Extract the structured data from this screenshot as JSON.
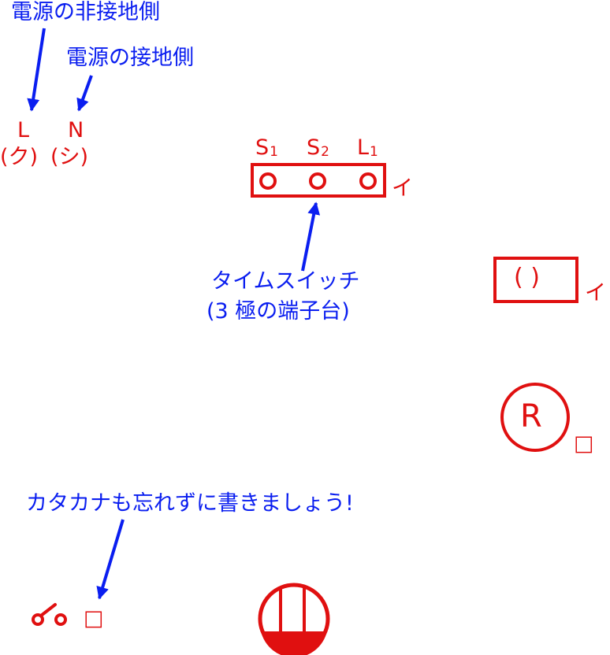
{
  "labels": {
    "live_side": "電源の非接地側",
    "neutral_side": "電源の接地側",
    "terminal_l": "L",
    "terminal_n": "N",
    "kana_ku": "(ク)",
    "kana_shi": "(シ)",
    "timer_terminals": {
      "s1": "S",
      "s1_sub": "1",
      "s2": "S",
      "s2_sub": "2",
      "l1": "L",
      "l1_sub": "1"
    },
    "mark_i_1": "イ",
    "timer_caption_line1": "タイムスイッチ",
    "timer_caption_line2": "(3 極の端子台)",
    "box_paren": "(     )",
    "mark_i_2": "イ",
    "receptacle_letter": "R",
    "mark_ro_1": "□",
    "reminder": "カタカナも忘れずに書きましょう!",
    "mark_ro_2": "□"
  },
  "colors": {
    "annotation": "#0a1ef0",
    "symbol": "#e01010"
  },
  "icons": [
    "arrow-icon",
    "terminal-circle-icon",
    "receptacle-icon",
    "switch-icon",
    "meter-box-icon"
  ]
}
